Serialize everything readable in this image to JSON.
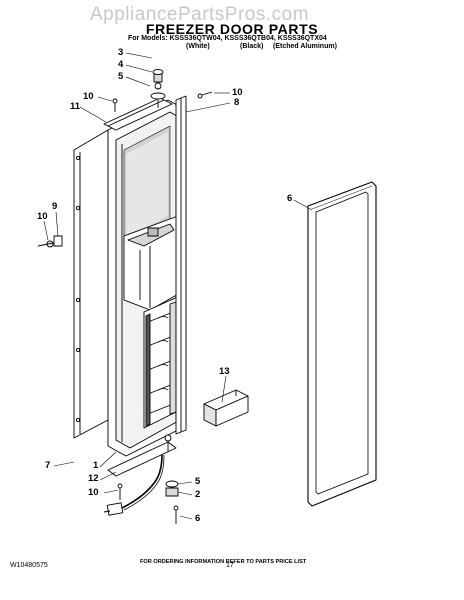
{
  "watermark": "AppliancePartsPros.com",
  "header": {
    "title": "FREEZER DOOR PARTS",
    "models": "For Models: KSSS36QTW04, KSSS36QTB04, KSSS36QTX04",
    "variant_white": "(White)",
    "variant_black": "(Black)",
    "variant_aluminum": "(Etched Aluminum)"
  },
  "callouts": {
    "c3": "3",
    "c4": "4",
    "c5_top": "5",
    "c10_top_left": "10",
    "c11": "11",
    "c10_top_right": "10",
    "c8": "8",
    "c9": "9",
    "c10_left": "10",
    "c6_gasket": "6",
    "c13": "13",
    "c7": "7",
    "c1": "1",
    "c12": "12",
    "c10_bottom": "10",
    "c5_bottom": "5",
    "c2": "2",
    "c6_bottom": "6"
  },
  "footer": {
    "note": "FOR ORDERING INFORMATION REFER TO PARTS PRICE LIST",
    "doc_id": "W10480575",
    "page": "17"
  }
}
